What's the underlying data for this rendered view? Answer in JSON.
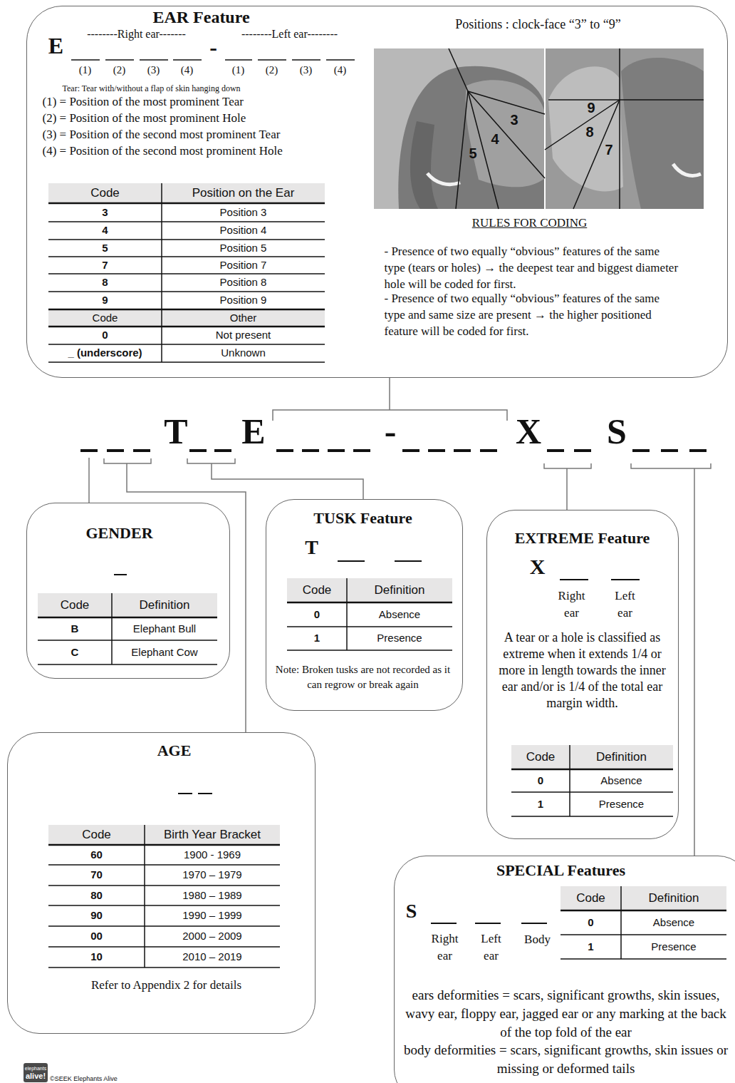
{
  "diagram": {
    "nodes": [
      {
        "text": [
          "EAR Feature",
          "E",
          "--------Right ear-------",
          "-",
          "--------Left ear--------",
          "(1)",
          "(2)",
          "(3)",
          "(4)",
          "(1)",
          "(2)",
          "(3)",
          "(4)",
          "Tear: Tear with/without a flap of skin hanging down",
          "(1) = Position of the most prominent Tear",
          "(2) = Position of the most prominent Hole",
          "(3) = Position of the second most prominent Tear",
          "(4) = Position of the second most prominent Hole",
          "Positions : clock-face “3” to “9”",
          "RULES FOR CODING",
          "- Presence of two equally “obvious” features of the same type (tears or holes) → the deepest tear and biggest diameter hole will be coded for first.",
          "- Presence of two equally “obvious” features of the same type and same size are present → the higher positioned feature will be coded for first."
        ]
      },
      {
        "text": [
          "GENDER"
        ]
      },
      {
        "text": [
          "TUSK Feature",
          "T",
          "Note: Broken tusks are not recorded as it can regrow or break again"
        ]
      },
      {
        "text": [
          "EXTREME Feature",
          "X",
          "Right ear",
          "Left ear",
          "A tear or a hole is classified as extreme when it extends 1/4 or more in length towards the inner ear and/or is 1/4 of the total ear margin width."
        ]
      },
      {
        "text": [
          "AGE",
          "Refer to Appendix 2 for details"
        ]
      },
      {
        "text": [
          "SPECIAL Features",
          "S",
          "Right ear",
          "Left ear",
          "Body",
          "ears deformities = scars, significant growths, skin issues, wavy ear, floppy ear, jagged ear or any marking at the back of the top fold of the ear",
          "body deformities = scars, significant growths, skin issues or missing or deformed tails"
        ]
      }
    ],
    "labels": [
      "Code",
      "Position on the Ear",
      "3",
      "Position 3",
      "4",
      "Position 4",
      "5",
      "Position 5",
      "7",
      "Position 7",
      "8",
      "Position 8",
      "9",
      "Position 9",
      "Code",
      "Other",
      "0",
      "Not present",
      "_ (underscore)",
      "Unknown",
      "5",
      "4",
      "3",
      "9",
      "8",
      "7",
      "T",
      "E",
      "-",
      "X",
      "S",
      "Code",
      "Definition",
      "B",
      "Elephant Bull",
      "C",
      "Elephant Cow",
      "Code",
      "Definition",
      "0",
      "Absence",
      "1",
      "Presence",
      "Code",
      "Definition",
      "0",
      "Absence",
      "1",
      "Presence",
      "Code",
      "Birth Year Bracket",
      "60",
      "1900 - 1969",
      "70",
      "1970 – 1979",
      "80",
      "1980 – 1989",
      "90",
      "1990 – 1999",
      "00",
      "2000 – 2009",
      "10",
      "2010 – 2019",
      "Code",
      "Definition",
      "0",
      "Absence",
      "1",
      "Presence",
      "elephants",
      "alive!",
      "©SEEK Elephants Alive"
    ]
  }
}
